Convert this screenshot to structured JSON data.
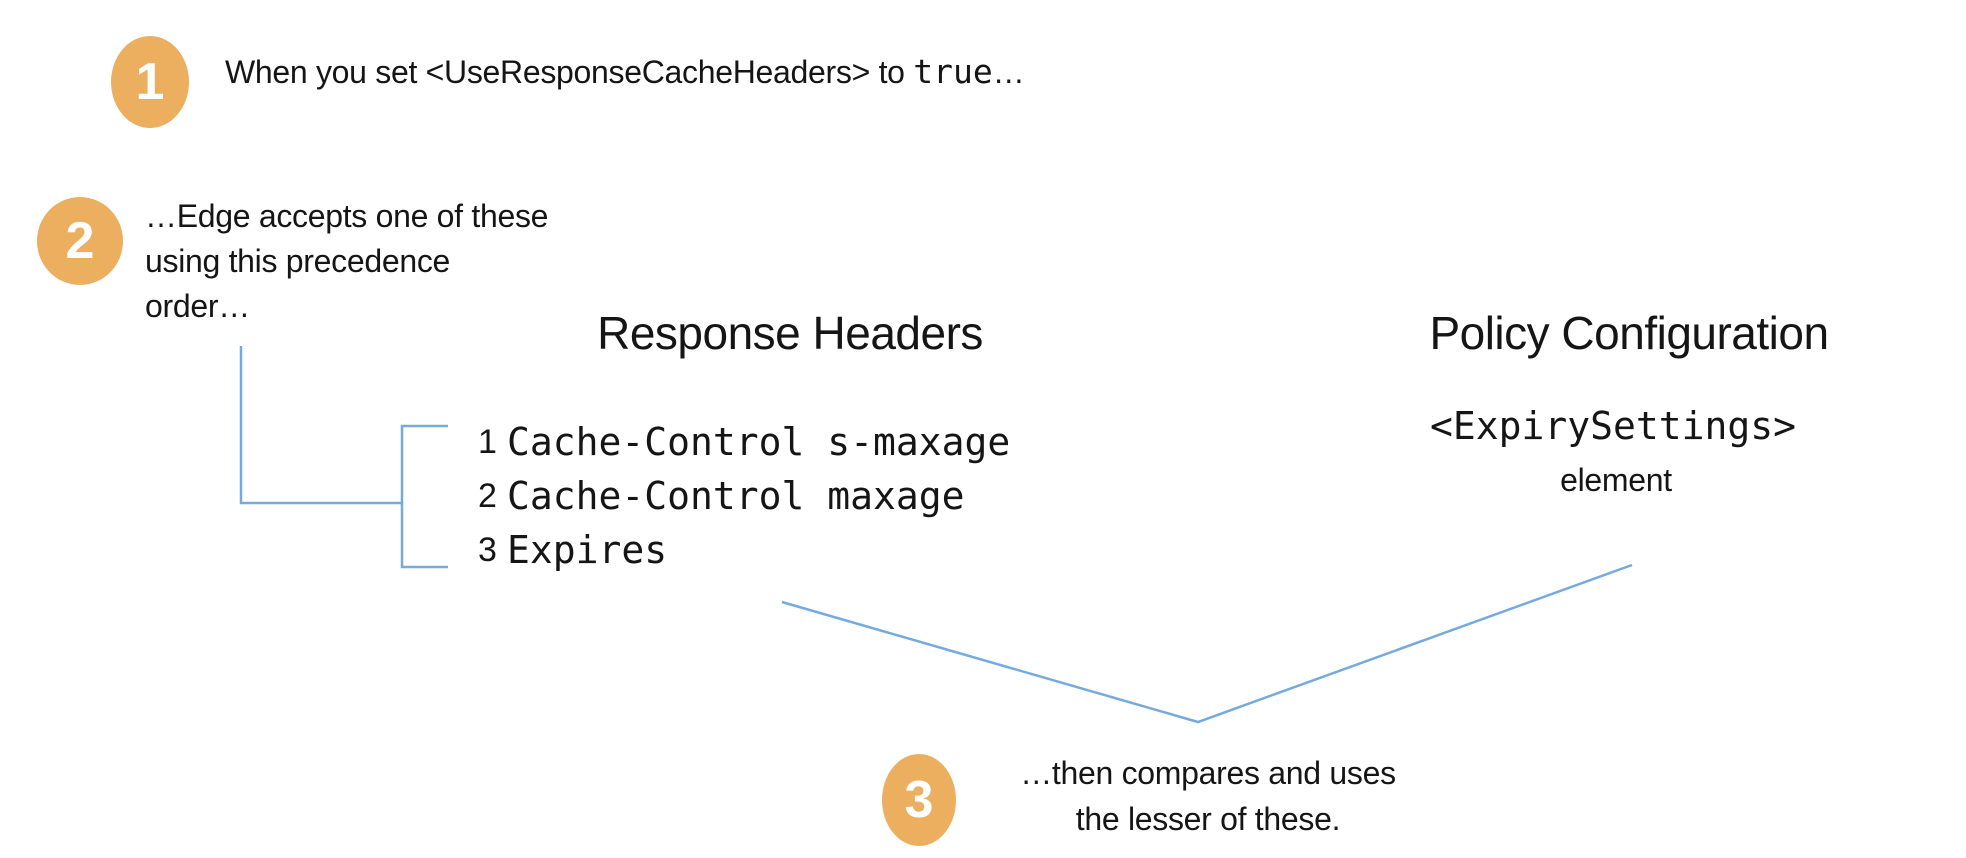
{
  "colors": {
    "accent_orange": "#ECAE5F",
    "connector_blue": "#74AADD",
    "text_color": "#151515"
  },
  "step1": {
    "number": "1",
    "prefix": "When you set <UseResponseCacheHeaders> to ",
    "code": "true",
    "suffix": "…"
  },
  "step2": {
    "number": "2",
    "lines": [
      "…Edge accepts one of these",
      "using this precedence",
      "order…"
    ]
  },
  "step3": {
    "number": "3",
    "lines": [
      "…then compares and uses",
      "the lesser of these."
    ]
  },
  "columns": {
    "response_headers": {
      "title": "Response Headers",
      "items": [
        {
          "rank": "1",
          "value": "Cache-Control s-maxage"
        },
        {
          "rank": "2",
          "value": "Cache-Control maxage"
        },
        {
          "rank": "3",
          "value": "Expires"
        }
      ]
    },
    "policy_configuration": {
      "title": "Policy Configuration",
      "element_tag": "<ExpirySettings>",
      "element_label": "element"
    }
  }
}
